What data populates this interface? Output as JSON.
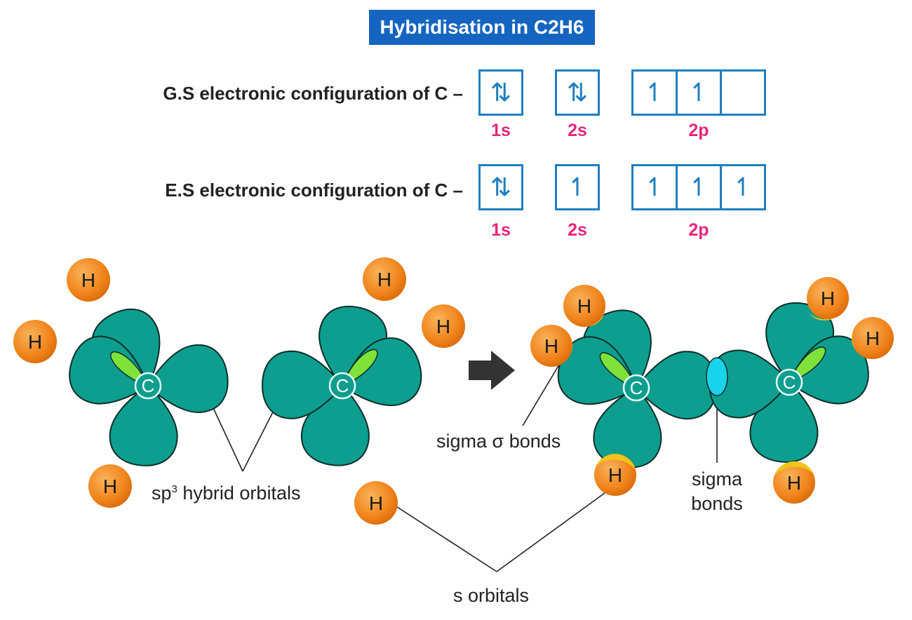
{
  "title": "Hybridisation in C2H6",
  "ground_state": {
    "label": "G.S electronic configuration of C –",
    "s1": "⇅",
    "s2": "⇅",
    "p": [
      "↿",
      "↿",
      ""
    ],
    "lbl_1s": "1s",
    "lbl_2s": "2s",
    "lbl_2p": "2p"
  },
  "excited_state": {
    "label": "E.S electronic configuration of C –",
    "s1": "⇅",
    "s2": "↿",
    "p": [
      "↿",
      "↿",
      "↿"
    ],
    "lbl_1s": "1s",
    "lbl_2s": "2s",
    "lbl_2p": "2p"
  },
  "atoms": {
    "carbon": "C",
    "hydrogen": "H"
  },
  "labels": {
    "hybrid_prefix": "sp",
    "hybrid_sup": "3",
    "hybrid_suffix": " hybrid orbitals",
    "sigma_bonds": "sigma σ bonds",
    "sigma_line1": "sigma",
    "sigma_line2": "bonds",
    "s_orbitals": "s orbitals"
  },
  "colors": {
    "title_bg": "#1565c0",
    "box_border": "#1e7fc0",
    "orbital_label": "#e8267a",
    "lobe": "#0d9e8f",
    "hydrogen": "#f5891f",
    "overlap": "#f2c418",
    "sigma_cc": "#19d3ea",
    "small_lobe": "#7ee23a"
  }
}
